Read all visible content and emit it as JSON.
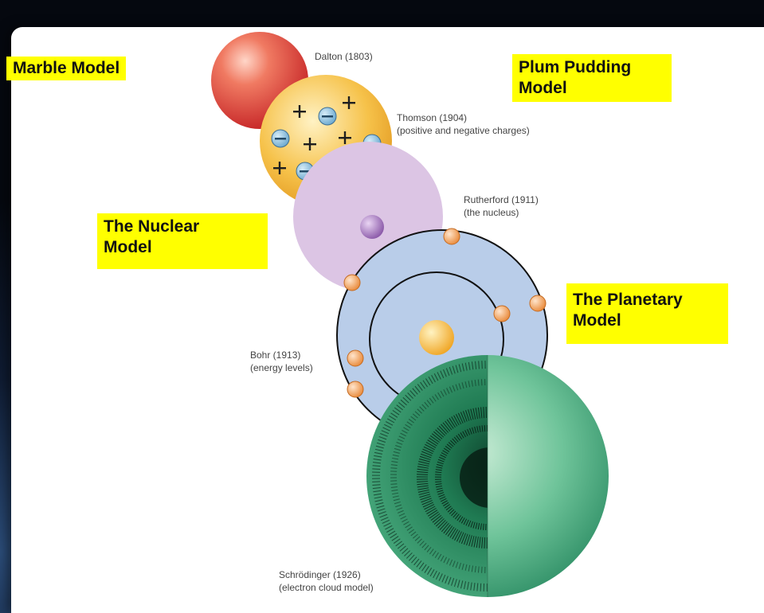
{
  "labels": {
    "marble": "Marble Model",
    "plum_line1": "Plum Pudding",
    "plum_line2": "Model",
    "nuclear_line1": "The Nuclear",
    "nuclear_line2": "Model",
    "planetary_line1": "The Planetary",
    "planetary_line2": "Model"
  },
  "captions": {
    "dalton": "Dalton (1803)",
    "thomson_1": "Thomson (1904)",
    "thomson_2": "(positive and negative charges)",
    "rutherford_1": "Rutherford (1911)",
    "rutherford_2": "(the nucleus)",
    "bohr_1": "Bohr (1913)",
    "bohr_2": "(energy levels)",
    "schrodinger_1": "Schrödinger (1926)",
    "schrodinger_2": "(electron cloud model)"
  },
  "colors": {
    "dalton": "#e2534a",
    "thomson": "#f3b23a",
    "rutherford": "#dfc7e6",
    "bohr": "#b8cdea",
    "schrodinger": "#4fb88a",
    "highlight": "#ffff00"
  }
}
